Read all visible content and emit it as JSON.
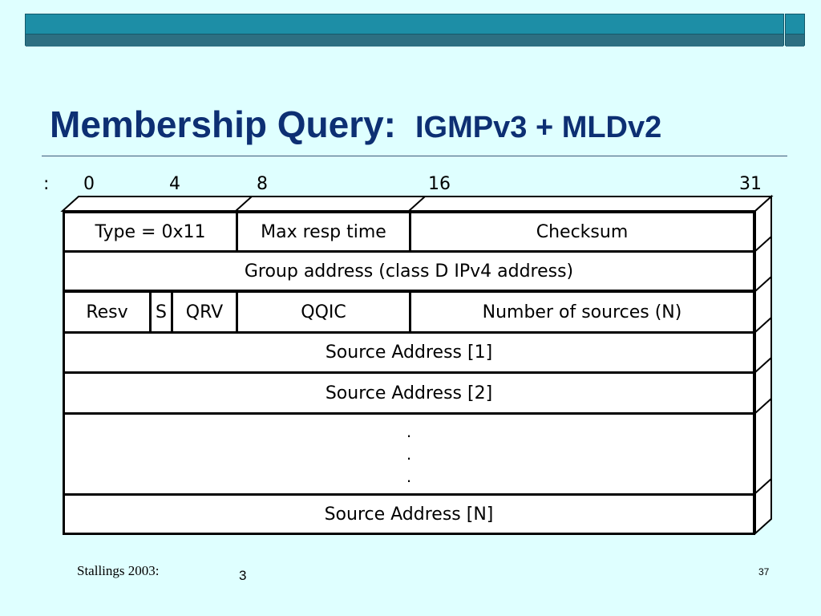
{
  "slide": {
    "title": "Membership Query:",
    "subtitle": "IGMPv3 + MLDv2",
    "footer_left": "Stallings 2003:",
    "footer_ref": "3",
    "page_number": "37",
    "colors": {
      "title": "#0d2f73",
      "background": "#dfffff",
      "header_bar": "#1d8ea6"
    }
  },
  "diagram": {
    "colon": ":",
    "bit_labels": [
      "0",
      "4",
      "8",
      "16",
      "31"
    ],
    "rows": [
      {
        "cells": [
          "Type = 0x11",
          "Max resp time",
          "Checksum"
        ]
      },
      {
        "cells": [
          "Group address (class D IPv4 address)"
        ]
      },
      {
        "cells": [
          "Resv",
          "S",
          "QRV",
          "QQIC",
          "Number of sources (N)"
        ]
      },
      {
        "cells": [
          "Source Address [1]"
        ]
      },
      {
        "cells": [
          "Source Address [2]"
        ]
      },
      {
        "cells": [
          ".",
          ".",
          "."
        ]
      },
      {
        "cells": [
          "Source Address [N]"
        ]
      }
    ]
  }
}
